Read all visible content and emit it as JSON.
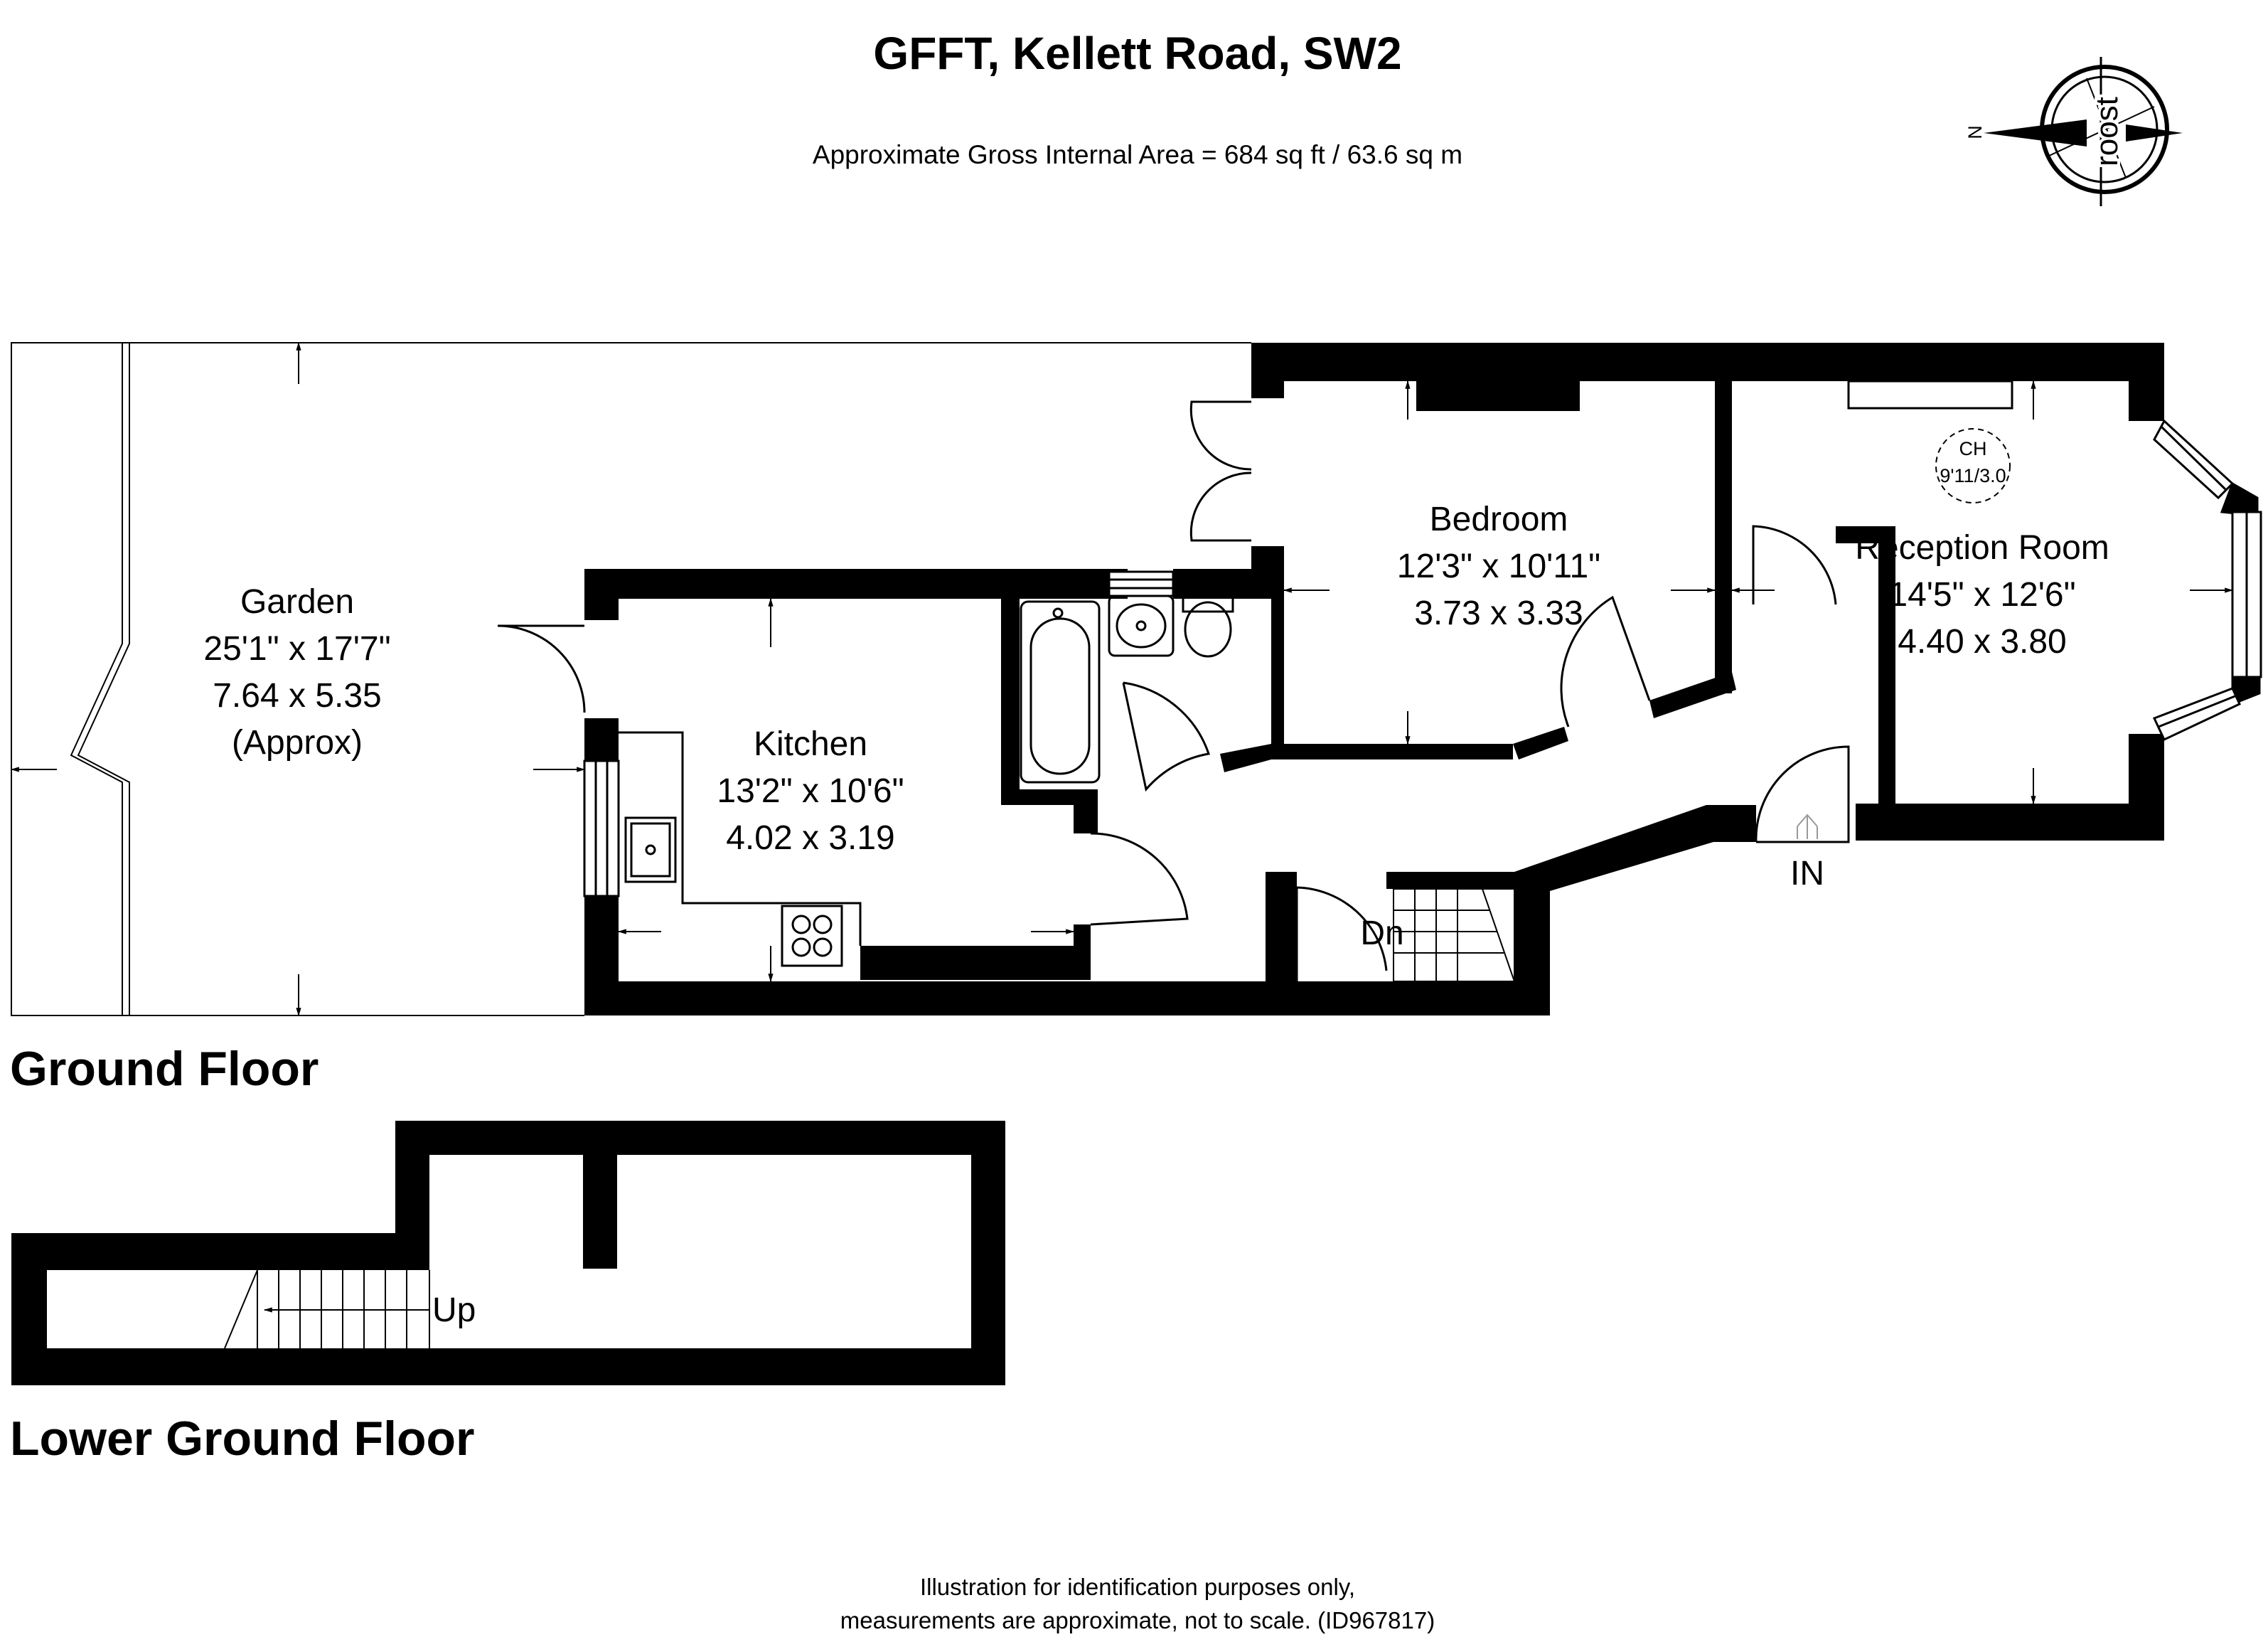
{
  "header": {
    "title": "GFFT, Kellett Road, SW2",
    "area": "Approximate Gross Internal Area = 684 sq ft / 63.6 sq m"
  },
  "logo": {
    "brand": "roost",
    "north": "N"
  },
  "ground_floor": {
    "label": "Ground Floor",
    "rooms": {
      "garden": {
        "name": "Garden",
        "imperial": "25'1\" x 17'7\"",
        "metric": "7.64 x 5.35",
        "note": "(Approx)"
      },
      "kitchen": {
        "name": "Kitchen",
        "imperial": "13'2\" x 10'6\"",
        "metric": "4.02 x 3.19"
      },
      "bedroom": {
        "name": "Bedroom",
        "imperial": "12'3\" x 10'11\"",
        "metric": "3.73 x 3.33"
      },
      "reception": {
        "name": "Reception Room",
        "imperial": "14'5\" x 12'6\"",
        "metric": "4.40 x 3.80"
      }
    },
    "ceiling": {
      "label": "CH",
      "value": "9'11/3.0"
    },
    "entrance": "IN",
    "stairs_down": "Dn"
  },
  "lower_ground_floor": {
    "label": "Lower Ground Floor",
    "stairs_up": "Up"
  },
  "footer": {
    "line1": "Illustration for identification purposes only,",
    "line2": "measurements are approximate, not to scale. (ID967817)"
  }
}
